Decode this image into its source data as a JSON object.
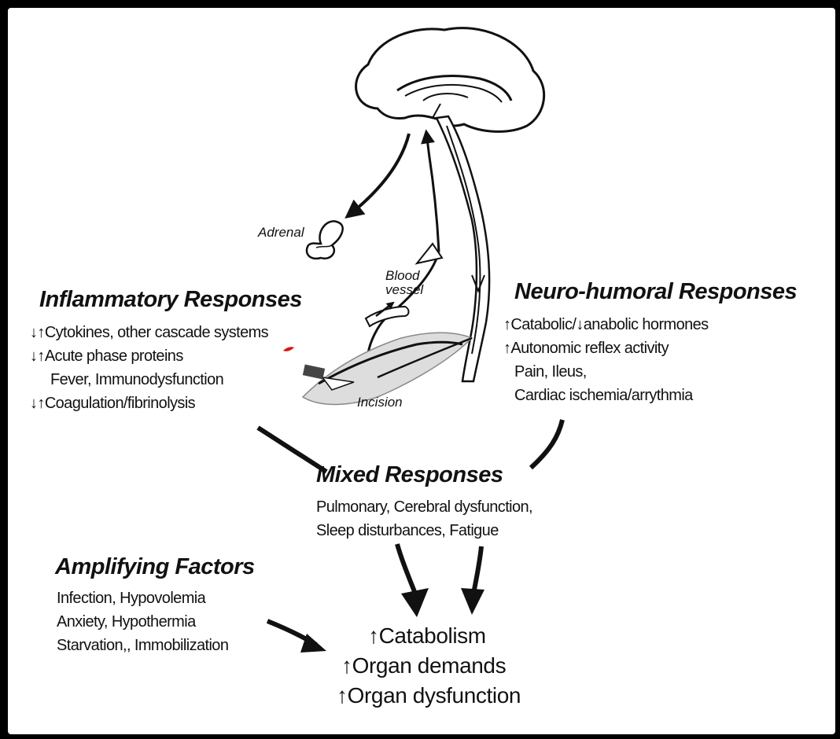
{
  "illustration": {
    "adrenal_label": "Adrenal",
    "blood_vessel_label": "Blood vessel",
    "blood_vessel_lines": [
      "Blood",
      "vessel"
    ],
    "incision_label": "Incision"
  },
  "inflammatory": {
    "heading": "Inflammatory Responses",
    "items": [
      {
        "arrow": "↓↑",
        "text": "Cytokines, other cascade systems"
      },
      {
        "arrow": "↓↑",
        "text": "Acute phase proteins"
      },
      {
        "arrow": "",
        "text": "Fever, Immunodysfunction"
      },
      {
        "arrow": "↓↑",
        "text": "Coagulation/fibrinolysis"
      }
    ]
  },
  "neurohumoral": {
    "heading": "Neuro-humoral Responses",
    "items": [
      {
        "arrow": "↑",
        "text": "Catabolic/",
        "arrow2": "↓",
        "text2": "anabolic hormones"
      },
      {
        "arrow": "↑",
        "text": "Autonomic reflex activity"
      },
      {
        "arrow": "",
        "text": "Pain, Ileus,"
      },
      {
        "arrow": "",
        "text": "Cardiac ischemia/arrythmia"
      }
    ]
  },
  "mixed": {
    "heading": "Mixed Responses",
    "items": [
      "Pulmonary, Cerebral dysfunction,",
      "Sleep disturbances, Fatigue"
    ]
  },
  "amplifying": {
    "heading": "Amplifying Factors",
    "items": [
      "Infection, Hypovolemia",
      "Anxiety, Hypothermia",
      "Starvation,, Immobilization"
    ]
  },
  "outcomes": {
    "items": [
      {
        "arrow": "↑",
        "text": "Catabolism"
      },
      {
        "arrow": "↑",
        "text": "Organ demands"
      },
      {
        "arrow": "↑",
        "text": "Organ dysfunction"
      }
    ]
  },
  "colors": {
    "background": "#000000",
    "panel": "#ffffff",
    "ink": "#111111",
    "marker": "#e0140c"
  }
}
